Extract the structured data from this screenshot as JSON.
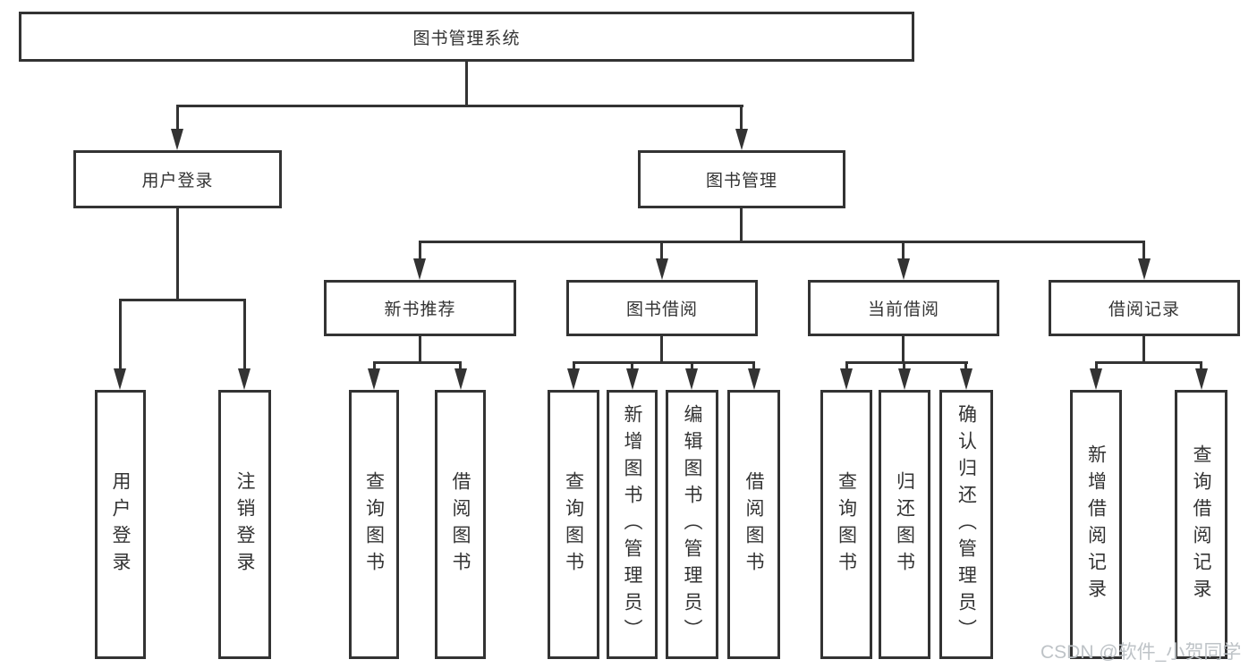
{
  "diagram": {
    "title": "图书管理系统",
    "root": {
      "label": "图书管理系统"
    },
    "user_login": {
      "label": "用户登录",
      "children": [
        {
          "label": "用户登录"
        },
        {
          "label": "注销登录"
        }
      ]
    },
    "book_mgmt": {
      "label": "图书管理",
      "sections": [
        {
          "label": "新书推荐",
          "children": [
            {
              "label": "查询图书"
            },
            {
              "label": "借阅图书"
            }
          ]
        },
        {
          "label": "图书借阅",
          "children": [
            {
              "label": "查询图书"
            },
            {
              "label": "新增图书（管理员）"
            },
            {
              "label": "编辑图书（管理员）"
            },
            {
              "label": "借阅图书"
            }
          ]
        },
        {
          "label": "当前借阅",
          "children": [
            {
              "label": "查询图书"
            },
            {
              "label": "归还图书"
            },
            {
              "label": "确认归还（管理员）"
            }
          ]
        },
        {
          "label": "借阅记录",
          "children": [
            {
              "label": "新增借阅记录"
            },
            {
              "label": "查询借阅记录"
            }
          ]
        }
      ]
    }
  },
  "watermark": {
    "text": "CSDN @软件_小贺同学"
  },
  "colors": {
    "line": "#333333",
    "box_border": "#333333",
    "text": "#333333",
    "watermark": "#bec3c7",
    "background": "#ffffff"
  }
}
